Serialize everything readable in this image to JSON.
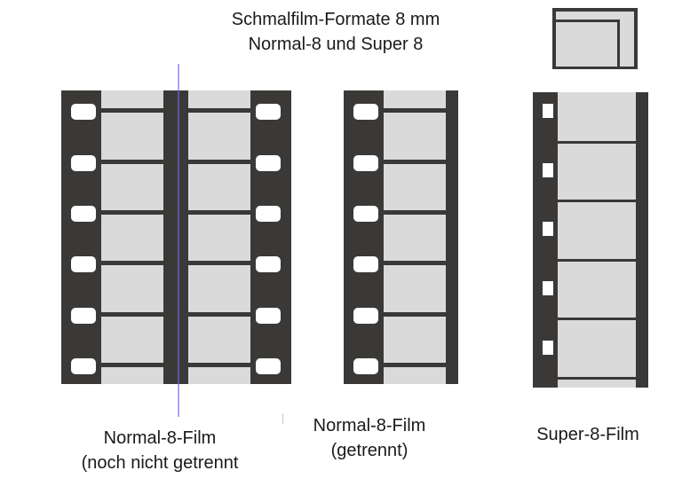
{
  "title": {
    "line1": "Schmalfilm-Formate 8 mm",
    "line2": "Normal-8 und Super 8"
  },
  "labels": {
    "film1": {
      "line1": "Normal-8-Film",
      "line2": "(noch nicht getrennt"
    },
    "film2": {
      "line1": "Normal-8-Film",
      "line2": "(getrennt)"
    },
    "film3": {
      "line1": "Super-8-Film"
    }
  },
  "colors": {
    "film": "#3a3937",
    "frame": "#dadada",
    "hole": "#ffffff",
    "cut_line": "#7070d8"
  }
}
